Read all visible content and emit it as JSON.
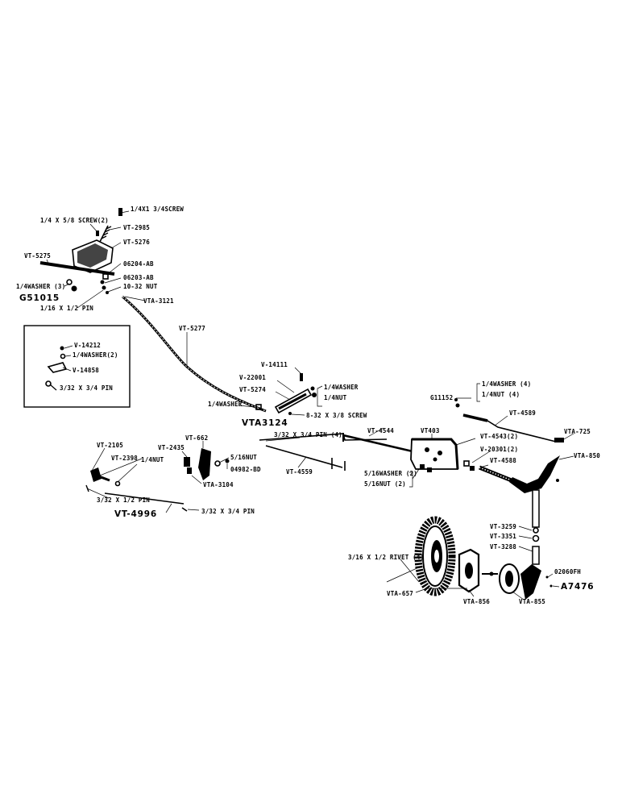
{
  "labels": {
    "screw_1_4": "1/4X1 3/4SCREW",
    "screw_2": "1/4 X 5/8 SCREW(2)",
    "vt2985": "VT-2985",
    "vt5276": "VT-5276",
    "vt5275": "VT-5275",
    "ab06204": "06204-AB",
    "ab06203": "06203-AB",
    "washer3": "1/4WASHER (3)",
    "nut1032": "10-32 NUT",
    "g51015": "G51015",
    "pin116": "1/16 X 1/2 PIN",
    "vta3121": "VTA-3121",
    "vt5277": "VT-5277",
    "v14212": "V-14212",
    "washer2_inset": "1/4WASHER(2)",
    "v14858": "V-14858",
    "pin_inset": "3/32 X 3/4 PIN",
    "v14111": "V-14111",
    "v22001": "V-22001",
    "vt5274": "VT-5274",
    "washer_a": "1/4WASHER",
    "nut_a": "1/4NUT",
    "washer_b": "1/4WASHER",
    "vta3124": "VTA3124",
    "screw832": "8-32 X 3/8 SCREW",
    "washer4": "1/4WASHER (4)",
    "nut4": "1/4NUT (4)",
    "g11152": "G11152",
    "vt4589": "VT-4589",
    "vta725": "VTA-725",
    "vt4544": "VT-4544",
    "vt403": "VT403",
    "vt4543": "VT-4543(2)",
    "pin4": "3/32 X 3/4 PIN (4)",
    "v20301": "V-20301(2)",
    "vt4588": "VT-4588",
    "vta850": "VTA-850",
    "vt4559": "VT-4559",
    "washer2_mid": "5/16WASHER (2)",
    "nut2_mid": "5/16NUT (2)",
    "vt662": "VT-662",
    "vt2105": "VT-2105",
    "vt2435": "VT-2435",
    "vt2398": "VT-2398",
    "nut_left": "1/4NUT",
    "nut_right": "5/16NUT",
    "ab04982": "04982-BD",
    "vta3104": "VTA-3104",
    "pin_left": "3/32 X 1/2 PIN",
    "vt4996": "VT-4996",
    "pin_right": "3/32 X 3/4 PIN",
    "vt3259": "VT-3259",
    "vt3351": "VT-3351",
    "vt3288": "VT-3288",
    "rivet4": "3/16 X 1/2 RIVET (4)",
    "fh02060": "02060FH",
    "a7476": "A7476",
    "vta657": "VTA-657",
    "vta856": "VTA-856",
    "vta855": "VTA-855"
  }
}
